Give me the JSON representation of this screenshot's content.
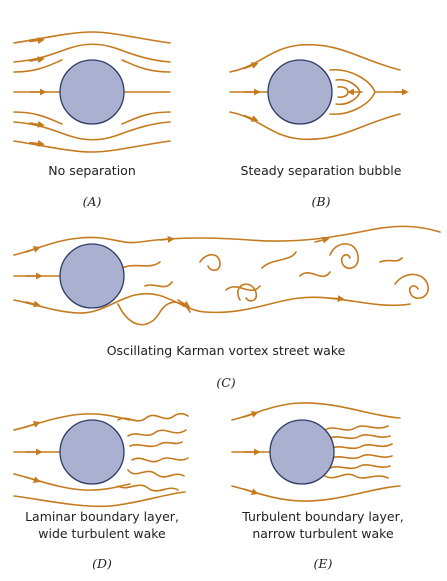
{
  "colors": {
    "streamline": "#c57a1d",
    "cylinder_fill": "#a9b0d0",
    "cylinder_stroke": "#2e3b66",
    "text": "#222222"
  },
  "panels": {
    "a": {
      "caption": "No separation",
      "label": "(A)"
    },
    "b": {
      "caption": "Steady separation bubble",
      "label": "(B)"
    },
    "c": {
      "caption": "Oscillating Karman vortex street wake",
      "label": "(C)"
    },
    "d": {
      "caption_line1": "Laminar boundary layer,",
      "caption_line2": "wide turbulent wake",
      "label": "(D)"
    },
    "e": {
      "caption_line1": "Turbulent boundary layer,",
      "caption_line2": "narrow turbulent wake",
      "label": "(E)"
    }
  }
}
